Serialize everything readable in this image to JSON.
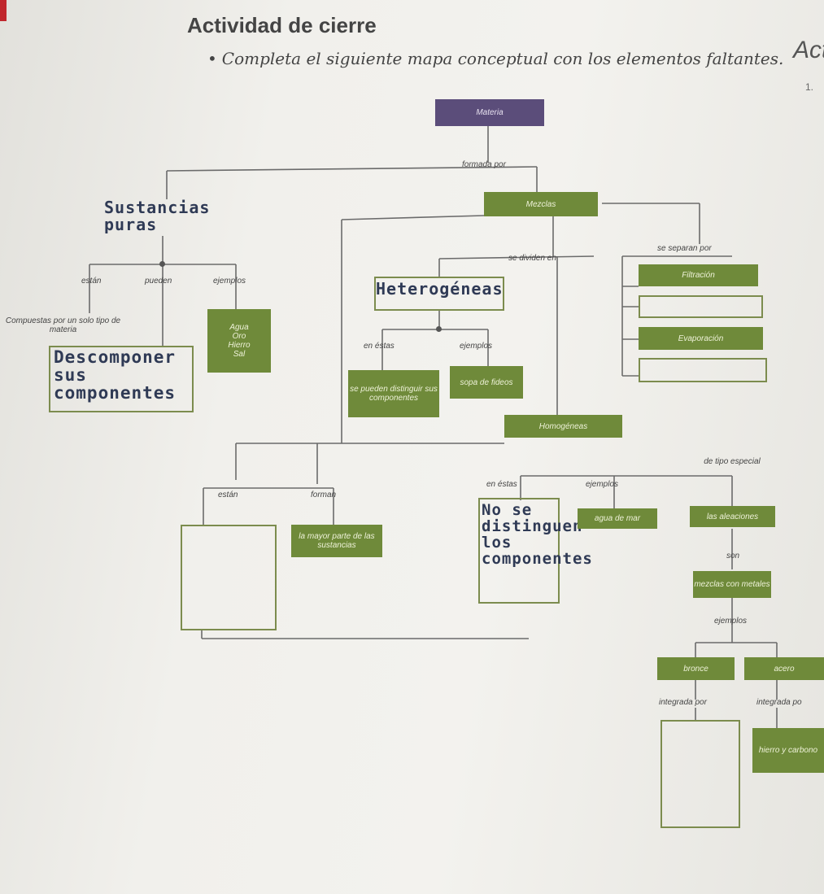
{
  "header": {
    "title": "Actividad de cierre",
    "instruction_bullet": "•",
    "instruction": "Completa el siguiente mapa conceptual con los elementos faltantes.",
    "edge_right": "Act",
    "edge_number": "1."
  },
  "map": {
    "root": "Materia",
    "formada_por": "formada por",
    "mezclas": "Mezclas",
    "estan_left": "están",
    "pueden": "pueden",
    "ejemplos_left": "ejemplos",
    "compuestas": "Compuestas por un solo tipo de materia",
    "ejemplos_list": [
      "Agua",
      "Oro",
      "Hierro",
      "Sal"
    ],
    "se_dividen_en": "se dividen en",
    "se_separan_por": "se separan por",
    "filtracion": "Filtración",
    "evaporacion": "Evaporación",
    "en_estas_top": "en éstas",
    "ejemplos_mid": "ejemplos",
    "se_pueden_distinguir": "se pueden distinguir sus componentes",
    "sopa_fideos": "sopa de fideos",
    "homogeneas": "Homogéneas",
    "en_estas_bottom": "en éstas",
    "ejemplos_bottom": "ejemplos",
    "de_tipo_especial": "de tipo especial",
    "estan_bottom": "están",
    "forman": "forman",
    "mayor_parte": "la mayor parte de las sustancias",
    "agua_mar": "agua de mar",
    "aleaciones": "las aleaciones",
    "son": "son",
    "mezclas_metales": "mezclas con metales",
    "ejemplos_alloys": "ejemplos",
    "bronce": "bronce",
    "acero": "acero",
    "integrada_por_1": "integrada por",
    "integrada_por_2": "integrada po",
    "hierro_carbono": "hierro y carbono"
  },
  "handwriting": {
    "sustancias_puras": "Sustancias puras",
    "heterogeneas": "Heterogéneas",
    "descomponer": "Descomponer sus componentes",
    "no_se_distinguen": "No se distinguen los componentes"
  },
  "colors": {
    "purple": "#5b4d7a",
    "green": "#6f8a3a",
    "outline": "#7c8c4e",
    "ink": "#2f3a55"
  }
}
